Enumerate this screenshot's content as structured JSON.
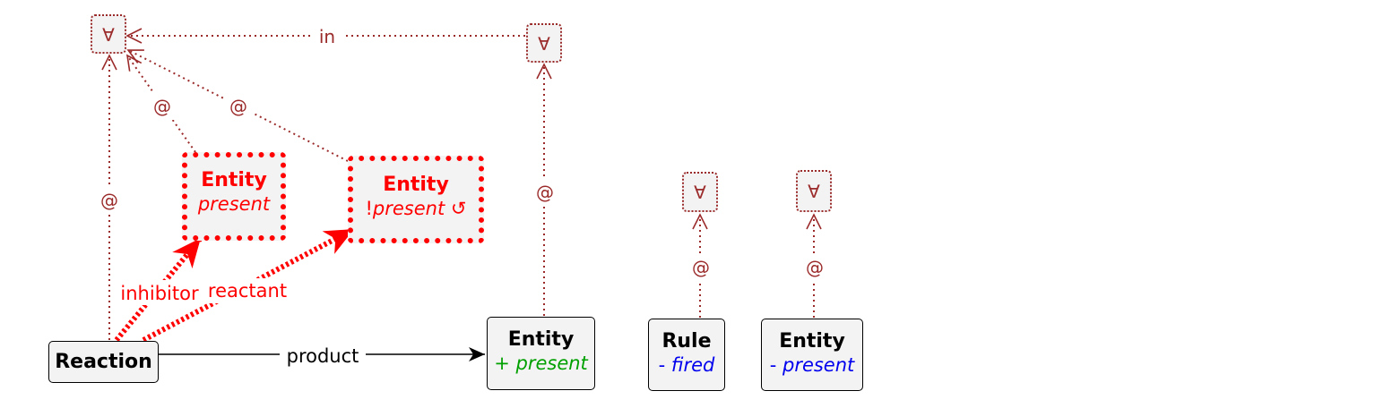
{
  "colors": {
    "constraint": "#9b2a2a",
    "negative": "#ff0000",
    "added": "#00a000",
    "removed": "#0000ee",
    "edge": "#000000"
  },
  "quantifier_symbol": "∀",
  "nodes": {
    "reaction": {
      "name": "Reaction"
    },
    "entity_present": {
      "name": "Entity",
      "attr": "present"
    },
    "entity_not_present": {
      "name": "Entity",
      "attr_prefix": "!",
      "attr": "present",
      "attr_suffix": "↺"
    },
    "entity_product": {
      "name": "Entity",
      "attr_prefix": "+",
      "attr": "present"
    },
    "rule": {
      "name": "Rule",
      "attr_prefix": "-",
      "attr": "fired"
    },
    "entity_removed": {
      "name": "Entity",
      "attr_prefix": "-",
      "attr": "present"
    }
  },
  "edges": {
    "product": "product",
    "inhibitor": "inhibitor",
    "reactant": "reactant",
    "in": "in",
    "at": "@"
  }
}
